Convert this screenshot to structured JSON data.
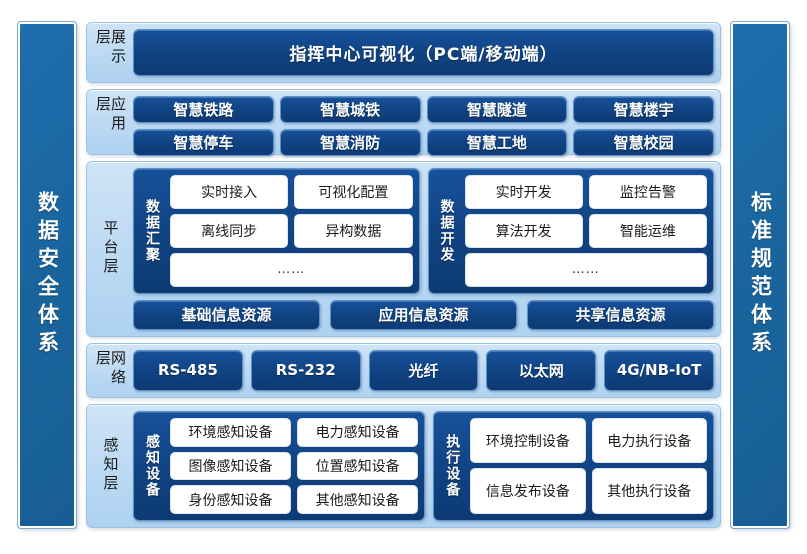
{
  "left_pillar": {
    "label": "数据安全体系"
  },
  "right_pillar": {
    "label": "标准规范体系"
  },
  "layers": {
    "display": {
      "name": "展示层",
      "banner": "指挥中心可视化（PC端/移动端）"
    },
    "application": {
      "name": "应用层",
      "items": [
        "智慧铁路",
        "智慧城铁",
        "智慧隧道",
        "智慧楼宇",
        "智慧停车",
        "智慧消防",
        "智慧工地",
        "智慧校园"
      ]
    },
    "platform": {
      "name": "平台层",
      "groups": [
        {
          "title": "数据汇聚",
          "row1": [
            "实时接入",
            "可视化配置"
          ],
          "row2": [
            "离线同步",
            "异构数据"
          ],
          "row3": "……"
        },
        {
          "title": "数据开发",
          "row1": [
            "实时开发",
            "监控告警"
          ],
          "row2": [
            "算法开发",
            "智能运维"
          ],
          "row3": "……"
        }
      ],
      "resources": [
        "基础信息资源",
        "应用信息资源",
        "共享信息资源"
      ]
    },
    "network": {
      "name": "网络层",
      "items": [
        "RS-485",
        "RS-232",
        "光纤",
        "以太网",
        "4G/NB-IoT"
      ]
    },
    "perception": {
      "name": "感知层",
      "groups": [
        {
          "title": "感知设备",
          "row1": [
            "环境感知设备",
            "电力感知设备"
          ],
          "row2": [
            "图像感知设备",
            "位置感知设备"
          ],
          "row3": [
            "身份感知设备",
            "其他感知设备"
          ]
        },
        {
          "title": "执行设备",
          "row1": [
            "环境控制设备",
            "电力执行设备"
          ],
          "row2": [
            "信息发布设备",
            "其他执行设备"
          ]
        }
      ]
    }
  },
  "colors": {
    "panel_light_blue": "#BBD9F3",
    "chip_navy": "#114484",
    "pillar_blue": "#1A659F",
    "white_box": "#FFFFFF",
    "background": "#FFFFFF"
  }
}
